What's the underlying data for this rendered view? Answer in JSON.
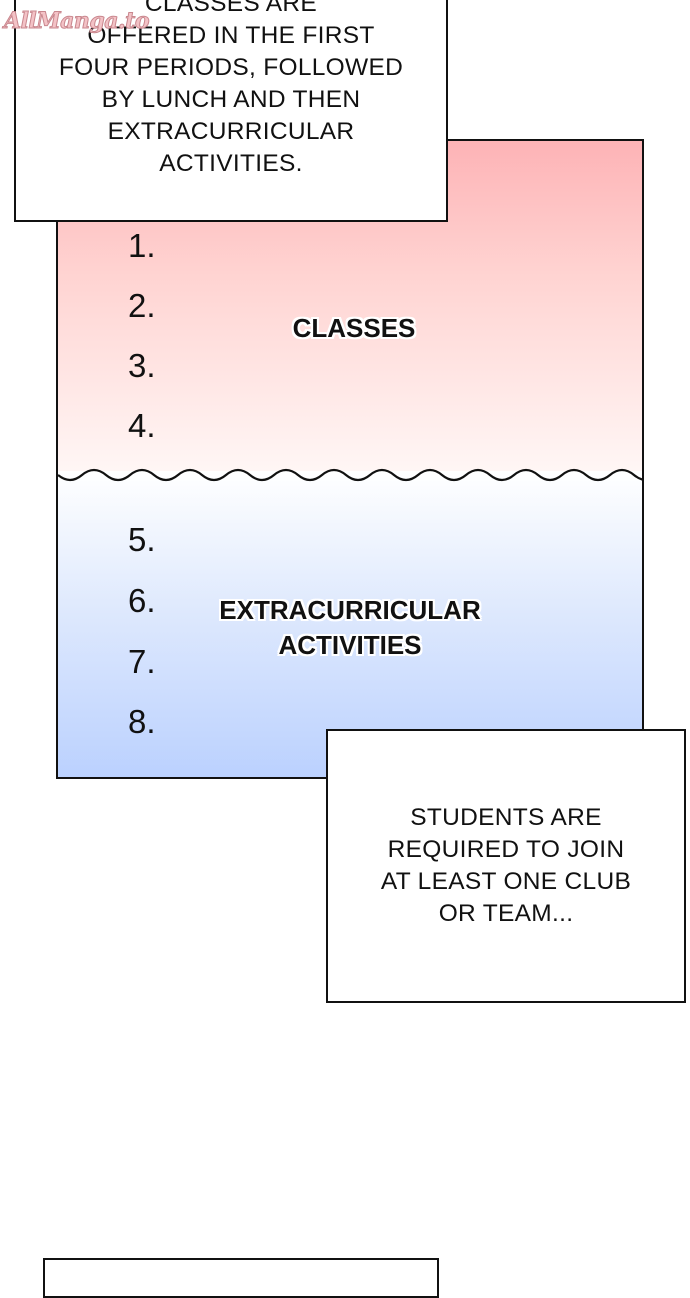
{
  "watermark": "AllManga.to",
  "caption_top": {
    "lines": [
      "CLASSES ARE",
      "OFFERED IN THE FIRST",
      "FOUR PERIODS, FOLLOWED",
      "BY LUNCH AND THEN",
      "EXTRACURRICULAR",
      "ACTIVITIES."
    ]
  },
  "schedule": {
    "classes_label": "CLASSES",
    "activities_label_lines": [
      "EXTRACURRICULAR",
      "ACTIVITIES"
    ],
    "periods": [
      "1.",
      "2.",
      "3.",
      "4.",
      "5.",
      "6.",
      "7.",
      "8."
    ],
    "colors": {
      "classes": "#fdb3b6",
      "activities": "#b8cfff"
    }
  },
  "caption_bottom": {
    "lines": [
      "STUDENTS ARE",
      "REQUIRED TO JOIN",
      "AT LEAST ONE CLUB",
      "OR TEAM..."
    ]
  }
}
